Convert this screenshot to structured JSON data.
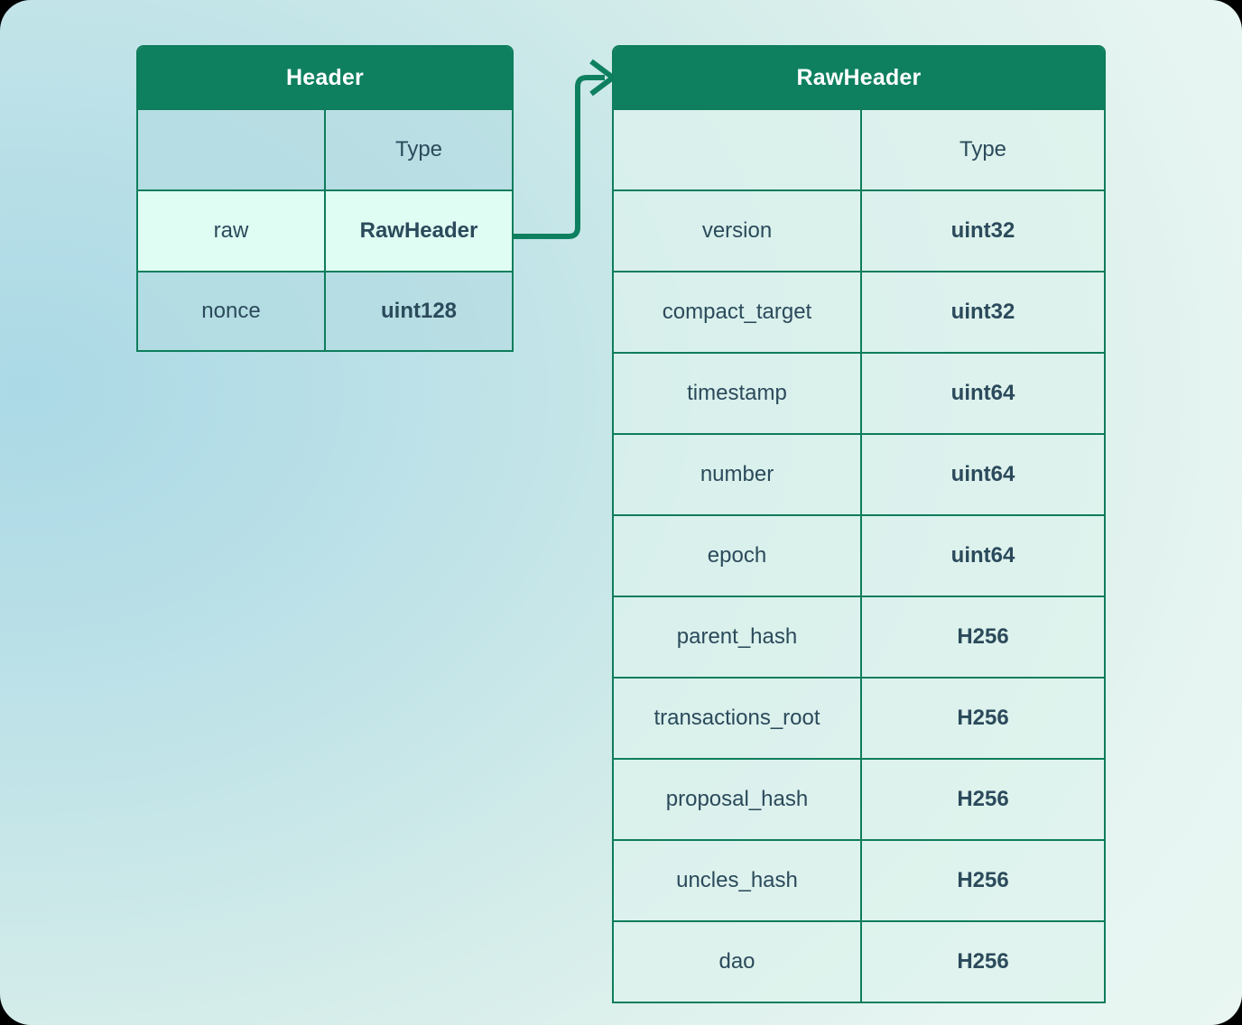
{
  "diagram": {
    "type": "entity-relationship",
    "title": "",
    "colors": {
      "entity_header_bg": "#0e8060",
      "entity_border": "#0e7d5c",
      "entity_row_bg": "#cfe8ea",
      "highlight_row_bg": "#dffdf3",
      "text": "#2b4a5b",
      "connector": "#0e8060",
      "background_from": "#abd9e6",
      "background_to": "#eaf7f3"
    },
    "entities": [
      {
        "id": "header",
        "title": "Header",
        "columns": [
          "",
          "Type"
        ],
        "rows": [
          {
            "name": "raw",
            "type": "RawHeader",
            "highlighted": true
          },
          {
            "name": "nonce",
            "type": "uint128",
            "highlighted": false
          }
        ]
      },
      {
        "id": "rawheader",
        "title": "RawHeader",
        "columns": [
          "",
          "Type"
        ],
        "rows": [
          {
            "name": "version",
            "type": "uint32",
            "highlighted": false
          },
          {
            "name": "compact_target",
            "type": "uint32",
            "highlighted": false
          },
          {
            "name": "timestamp",
            "type": "uint64",
            "highlighted": false
          },
          {
            "name": "number",
            "type": "uint64",
            "highlighted": false
          },
          {
            "name": "epoch",
            "type": "uint64",
            "highlighted": false
          },
          {
            "name": "parent_hash",
            "type": "H256",
            "highlighted": false
          },
          {
            "name": "transactions_root",
            "type": "H256",
            "highlighted": false
          },
          {
            "name": "proposal_hash",
            "type": "H256",
            "highlighted": false
          },
          {
            "name": "uncles_hash",
            "type": "H256",
            "highlighted": false
          },
          {
            "name": "dao",
            "type": "H256",
            "highlighted": false
          }
        ]
      }
    ],
    "connections": [
      {
        "id": "raw-to-rawheader",
        "from_entity": "header",
        "from_field": "raw",
        "to_entity": "rawheader",
        "to_field": "",
        "arrow": "arrowhead-right"
      }
    ]
  }
}
